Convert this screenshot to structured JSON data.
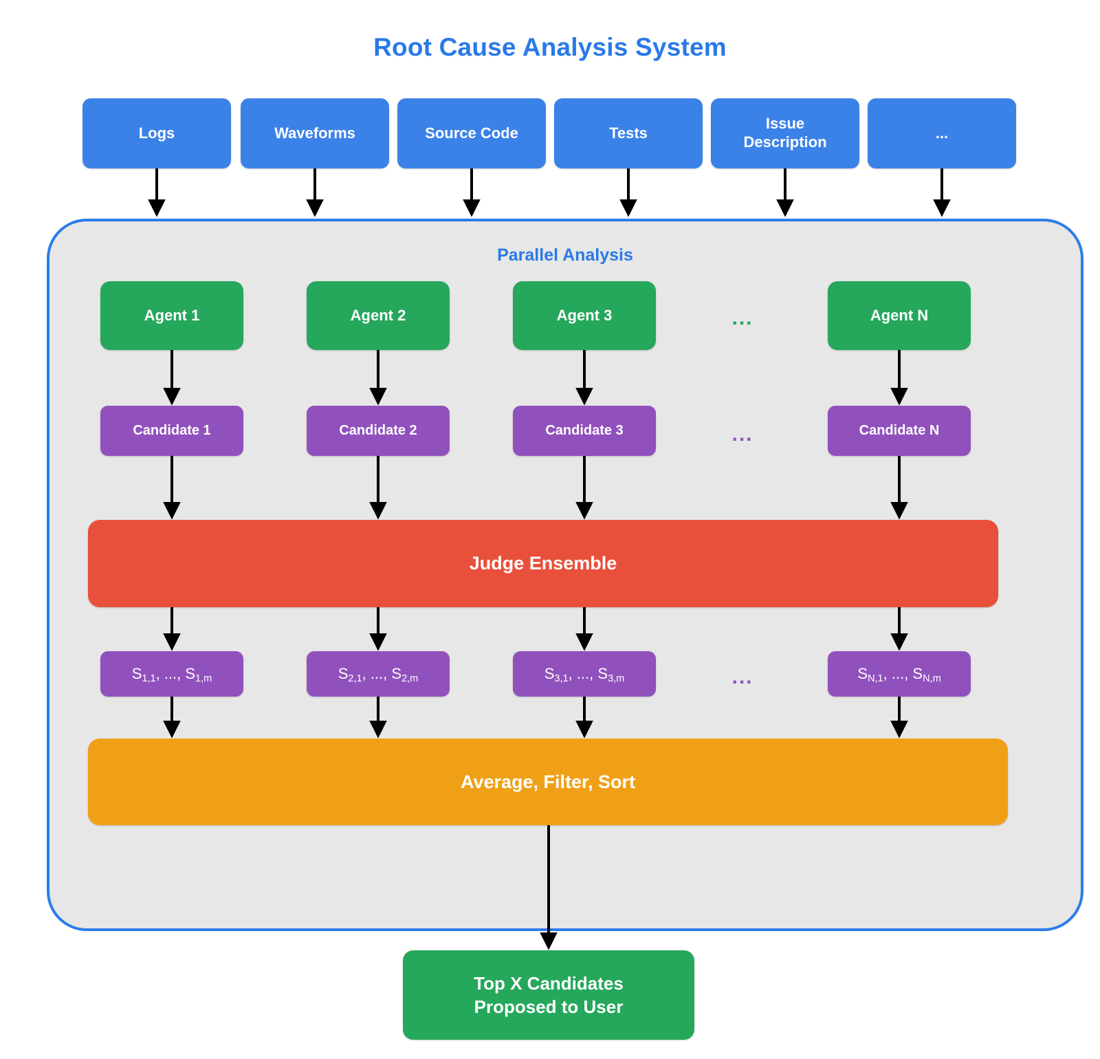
{
  "title": "Root Cause Analysis System",
  "theme": {
    "title_color": "#2979e8",
    "source_color": "#3b82e8",
    "agent_color": "#25a75c",
    "candidate_color": "#9151bd",
    "judge_color": "#e8503c",
    "aggregate_color": "#f0a017",
    "output_color": "#25a75c",
    "container_fill": "#e7e7e7",
    "container_border": "#2b7de9",
    "arrow_color": "#000000",
    "page_background": "#ffffff"
  },
  "sources": [
    {
      "label": "Logs"
    },
    {
      "label": "Waveforms"
    },
    {
      "label": "Source Code"
    },
    {
      "label": "Tests"
    },
    {
      "label": "Issue\nDescription"
    },
    {
      "label": "..."
    }
  ],
  "analysis": {
    "label": "Parallel Analysis",
    "agents": [
      {
        "label": "Agent 1"
      },
      {
        "label": "Agent 2"
      },
      {
        "label": "Agent 3"
      },
      {
        "label": "Agent N"
      }
    ],
    "agents_ellipsis": "...",
    "candidates": [
      {
        "label": "Candidate 1"
      },
      {
        "label": "Candidate 2"
      },
      {
        "label": "Candidate 3"
      },
      {
        "label": "Candidate N"
      }
    ],
    "candidates_ellipsis": "...",
    "judge": {
      "label": "Judge Ensemble"
    },
    "scores": [
      {
        "prefix": "S",
        "sub1": "1,1",
        "mid": ", ..., ",
        "prefix2": "S",
        "sub2": "1,m"
      },
      {
        "prefix": "S",
        "sub1": "2,1",
        "mid": ", ..., ",
        "prefix2": "S",
        "sub2": "2,m"
      },
      {
        "prefix": "S",
        "sub1": "3,1",
        "mid": ", ..., ",
        "prefix2": "S",
        "sub2": "3,m"
      },
      {
        "prefix": "S",
        "sub1": "N,1",
        "mid": ", ..., ",
        "prefix2": "S",
        "sub2": "N,m"
      }
    ],
    "scores_ellipsis": "...",
    "aggregate": {
      "label": "Average, Filter, Sort"
    }
  },
  "output": {
    "line1": "Top X Candidates",
    "line2": "Proposed to User"
  }
}
